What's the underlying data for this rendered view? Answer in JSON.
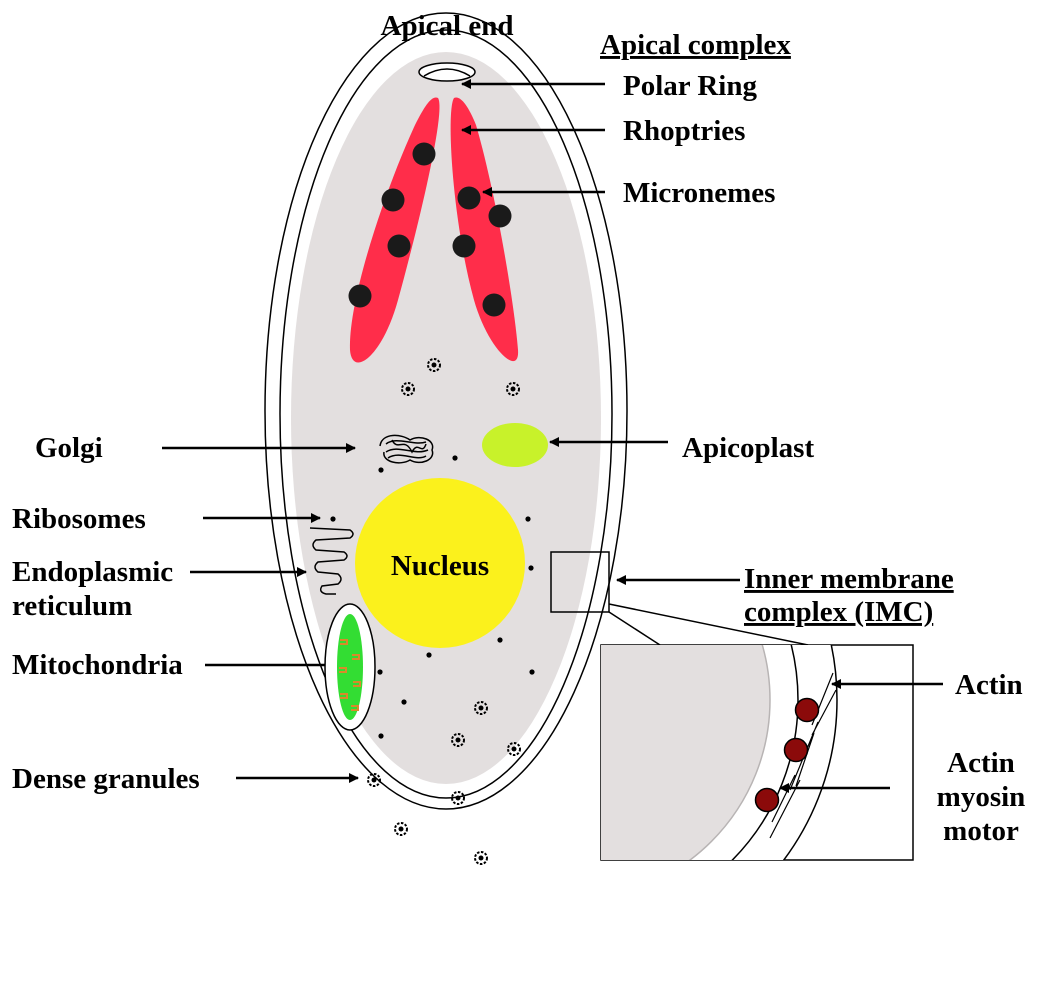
{
  "diagram": {
    "colors": {
      "cytoplasm": "#e3dfdf",
      "rhoptry": "#ff2d4a",
      "microneme": "#1a1a1a",
      "nucleus": "#fbf11c",
      "apicoplast": "#c8f22a",
      "mitochondrion": "#33dd33",
      "cristae": "#d98a2a",
      "actin_myosin": "#8b0a0a"
    },
    "labels": {
      "apical_end": "Apical end",
      "apical_complex": "Apical complex",
      "polar_ring": "Polar Ring",
      "rhoptries": "Rhoptries",
      "micronemes": "Micronemes",
      "golgi": "Golgi",
      "apicoplast": "Apicoplast",
      "ribosomes": "Ribosomes",
      "nucleus": "Nucleus",
      "er_line1": "Endoplasmic",
      "er_line2": "reticulum",
      "imc_line1": "Inner membrane",
      "imc_line2": "complex (IMC)",
      "mitochondria": "Mitochondria",
      "actin": "Actin",
      "motor_line1": "Actin",
      "motor_line2": "myosin",
      "motor_line3": "motor",
      "dense_granules": "Dense granules"
    }
  }
}
